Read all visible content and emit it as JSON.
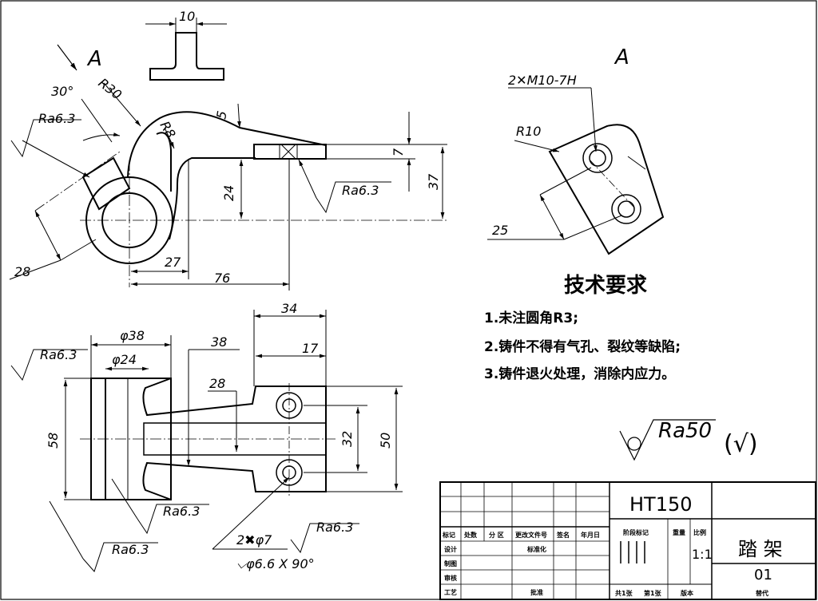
{
  "view_labels": {
    "a_top": "A",
    "a_right": "A"
  },
  "dimensions": {
    "rib_width": "10",
    "r30": "R30",
    "angle_30": "30°",
    "r8": "R8",
    "d5": "5",
    "d7": "7",
    "d24": "24",
    "d37": "37",
    "d27": "27",
    "d76": "76",
    "d28_top": "28",
    "thread": "2✕M10-7H",
    "r10": "R10",
    "d25": "25",
    "dia38": "φ38",
    "dia24": "φ24",
    "d38": "38",
    "d28_bottom": "28",
    "d34": "34",
    "d17": "17",
    "d58": "58",
    "d32": "32",
    "d50": "50",
    "holes": "2✖φ7",
    "csink": "⌵φ6.6 X 90°"
  },
  "roughness": {
    "r1": "Ra6.3",
    "r2": "Ra6.3",
    "r3": "Ra6.3",
    "r4": "Ra6.3",
    "r5": "Ra6.3",
    "r6": "Ra6.3",
    "general": "Ra50",
    "general_suffix": "(√)"
  },
  "technical_requirements": {
    "title": "技术要求",
    "items": [
      "1.未注圆角R3;",
      "2.铸件不得有气孔、裂纹等缺陷;",
      "3.铸件退火处理，消除内应力。"
    ]
  },
  "title_block": {
    "material": "HT150",
    "part_name": "踏  架",
    "drawing_no": "01",
    "scale_label": "比例",
    "scale": "1:1",
    "weight_label": "重量",
    "stage_label": "阶段标记",
    "headers": [
      "标记",
      "处数",
      "分 区",
      "更改文件号",
      "签名",
      "年月日"
    ],
    "rows": [
      "设计",
      "制图",
      "审核",
      "工艺"
    ],
    "standardize": "标准化",
    "approve": "批准",
    "sheets_total": "共1张",
    "sheet_no": "第1张",
    "version": "版本",
    "replace": "替代"
  }
}
